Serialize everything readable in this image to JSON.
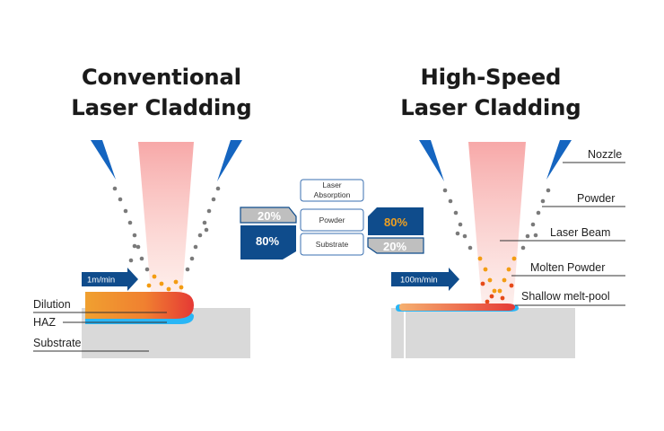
{
  "conventional": {
    "title_line1": "Conventional",
    "title_line2": "Laser Cladding",
    "speed": "1m/min",
    "labels": {
      "dilution": "Dilution",
      "haz": "HAZ",
      "substrate": "Substrate"
    }
  },
  "high_speed": {
    "title_line1": "High-Speed",
    "title_line2": "Laser Cladding",
    "speed": "100m/min",
    "labels": {
      "nozzle": "Nozzle",
      "powder": "Powder",
      "laser_beam": "Laser Beam",
      "molten_powder": "Molten Powder",
      "shallow_melt_pool": "Shallow melt-pool"
    }
  },
  "absorption_legend": {
    "laser_absorption_line1": "Laser",
    "laser_absorption_line2": "Absorption",
    "powder": "Powder",
    "substrate": "Substrate",
    "conventional_powder_pct": "20%",
    "conventional_substrate_pct": "80%",
    "high_speed_powder_pct": "80%",
    "high_speed_substrate_pct": "20%"
  },
  "colors": {
    "nozzle_blue": "#1565c0",
    "dark_blue": "#0f4c8c",
    "substrate_gray": "#d9d9d9",
    "laser_pink": "#f3a0a0",
    "melt_red": "#e53935",
    "melt_orange": "#f39c12",
    "haz_cyan": "#29b6f6",
    "powder_gray": "#7a7a7a",
    "molten_orange": "#f39c12"
  }
}
